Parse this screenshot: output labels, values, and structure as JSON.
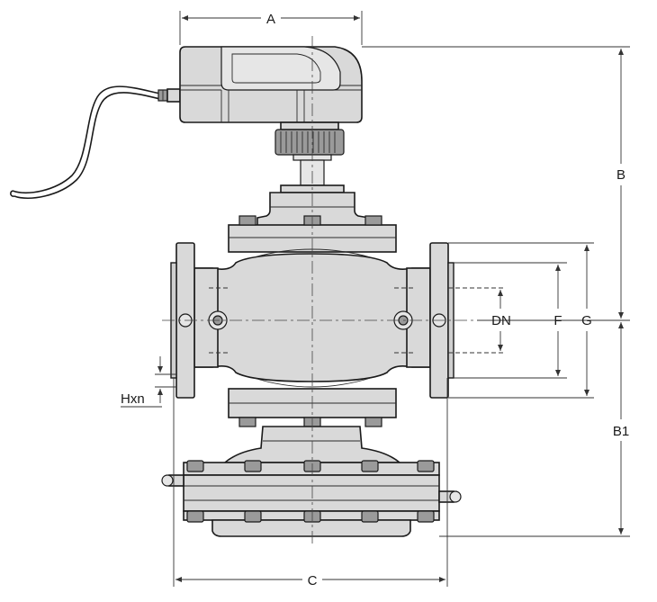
{
  "dimensions": {
    "a": "A",
    "b": "B",
    "b1": "B1",
    "c": "C",
    "dn": "DN",
    "f": "F",
    "g": "G",
    "hxn": "Hxn"
  },
  "colors": {
    "line": "#1a1a1a",
    "body_fill": "#d9d9d9",
    "background": "#ffffff"
  }
}
